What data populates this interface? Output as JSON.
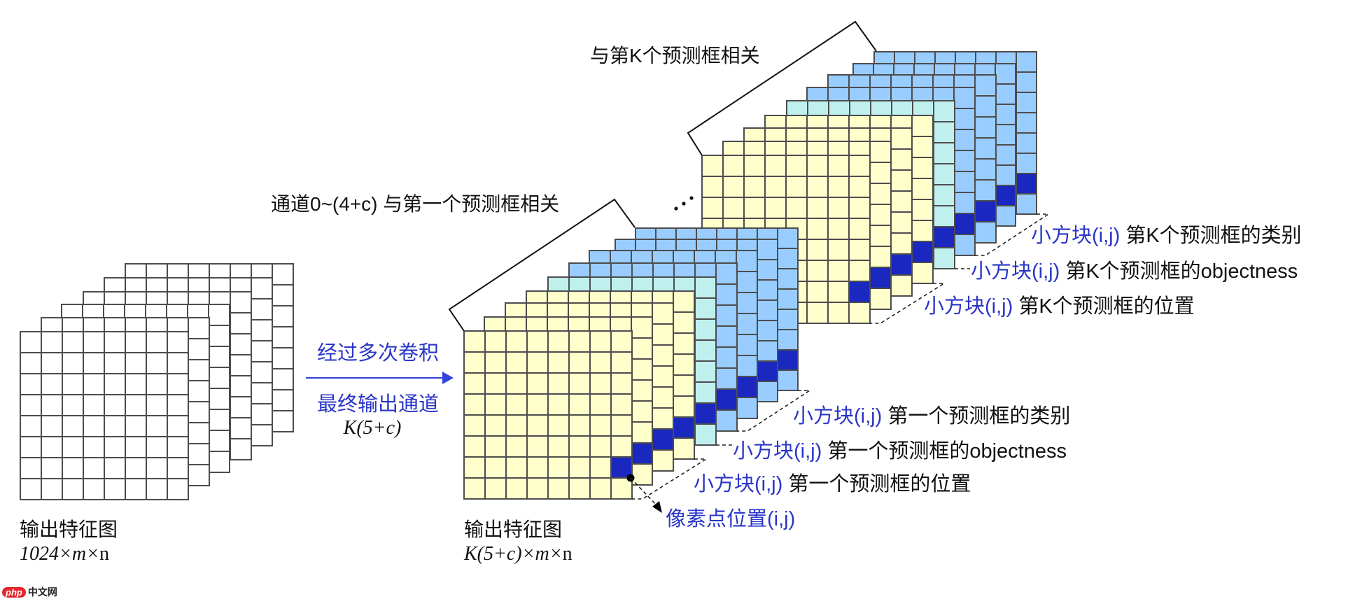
{
  "colors": {
    "grid_line": "#4d4d4d",
    "plain": "#ffffff",
    "location": "#ffffcc",
    "objectness": "#bff0ee",
    "class": "#99ccff",
    "highlight": "#1a28bf",
    "blue_text": "#2a36c8",
    "arrow": "#3344dd"
  },
  "input_map": {
    "title": "输出特征图",
    "dims_italic": "1024×m×",
    "dims_plain": "n",
    "layers": 6,
    "grid_size": 8
  },
  "transform": {
    "line1": "经过多次卷积",
    "line2": "最终输出通道",
    "channels": "K(5+c)"
  },
  "output_map": {
    "title": "输出特征图",
    "dims_italic": "K(5+c)×m×",
    "dims_plain": "n",
    "grid_size": 8
  },
  "anchor_groups": [
    {
      "bracket_label": "通道0~(4+c) 与第一个预测框相关",
      "layer_types": [
        "location",
        "location",
        "location",
        "location",
        "objectness",
        "class",
        "class",
        "class",
        "class"
      ],
      "highlight_cell": {
        "row": 6,
        "col": 7
      },
      "annotations": {
        "class": {
          "prefix": "小方块(i,j)",
          "text": " 第一个预测框的类别"
        },
        "objectness": {
          "prefix": "小方块(i,j)",
          "text": " 第一个预测框的objectness"
        },
        "location": {
          "prefix": "小方块(i,j)",
          "text": " 第一个预测框的位置"
        }
      }
    },
    {
      "bracket_label": "与第K个预测框相关",
      "layer_types": [
        "location",
        "location",
        "location",
        "location",
        "objectness",
        "class",
        "class",
        "class",
        "class"
      ],
      "highlight_cell": {
        "row": 6,
        "col": 7
      },
      "annotations": {
        "class": {
          "prefix": "小方块(i,j)",
          "text": " 第K个预测框的类别"
        },
        "objectness": {
          "prefix": "小方块(i,j)",
          "text": " 第K个预测框的objectness"
        },
        "location": {
          "prefix": "小方块(i,j)",
          "text": " 第K个预测框的位置"
        }
      }
    }
  ],
  "pixel_label": "像素点位置(i,j)",
  "icons": {
    "ellipsis": "diagonal-ellipsis",
    "pixel_marker": "filled-dot",
    "transform_arrow": "right-arrow"
  },
  "watermark": {
    "badge": "php",
    "text": "中文网"
  }
}
